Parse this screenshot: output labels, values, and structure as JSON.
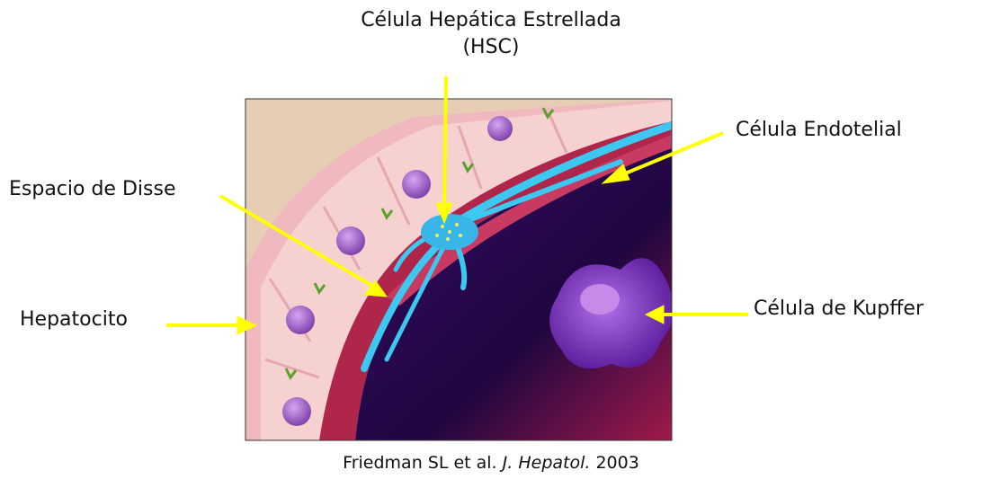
{
  "title": {
    "line1": "Célula Hepática Estrellada",
    "line2": "(HSC)"
  },
  "labels": {
    "endothelial": "Célula Endotelial",
    "disse": "Espacio de Disse",
    "hepatocyte": "Hepatocito",
    "kupffer": "Célula de Kupffer"
  },
  "citation": {
    "authors": "Friedman SL et al.",
    "journal": "J. Hepatol.",
    "year": "2003"
  },
  "colors": {
    "arrow": "#ffff00",
    "stellate_cell": "#3cc8f0",
    "kupffer_cell": "#8a3ccc",
    "hepatocyte": "#f3c9c8",
    "sinusoid": "#2a0a55",
    "background_tissue": "#e6cdb4"
  }
}
